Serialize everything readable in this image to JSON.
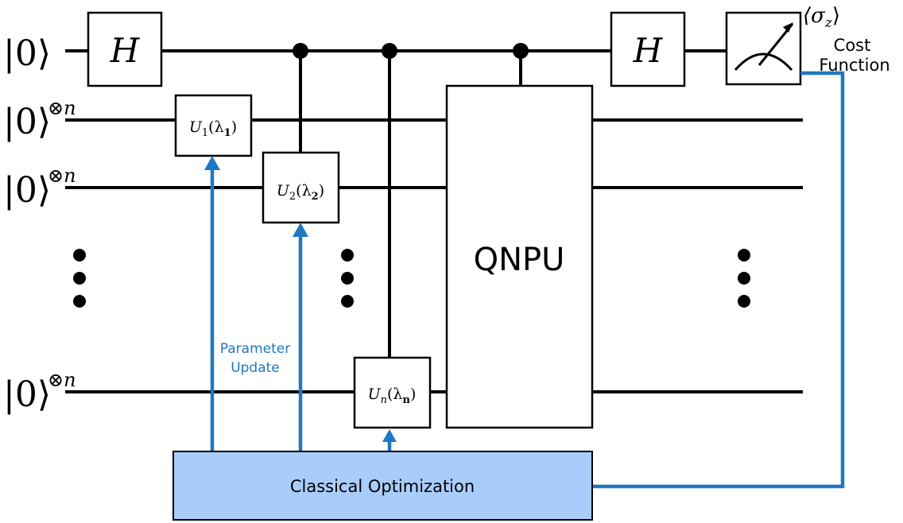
{
  "qubits": [
    {
      "ket": "|0⟩",
      "tensor": ""
    },
    {
      "ket": "|0⟩",
      "tensor": "⊗n"
    },
    {
      "ket": "|0⟩",
      "tensor": "⊗n"
    },
    {
      "ket": "|0⟩",
      "tensor": "⊗n"
    }
  ],
  "gates": {
    "hadamard_left": "H",
    "hadamard_right": "H",
    "u1": {
      "base": "U",
      "sub": "1",
      "arg": "(λ",
      "argsub": "1",
      "close": ")"
    },
    "u2": {
      "base": "U",
      "sub": "2",
      "arg": "(λ",
      "argsub": "2",
      "close": ")"
    },
    "un": {
      "base": "U",
      "sub": "n",
      "arg": "(λ",
      "argsub": "n",
      "close": ")"
    },
    "qnpu": "QNPU"
  },
  "measurement": {
    "expectation": "⟨σ",
    "expectation_sub": "z",
    "expectation_close": "⟩",
    "cost_line1": "Cost",
    "cost_line2": "Function"
  },
  "optimizer": {
    "label": "Classical Optimization",
    "parameter_update_line1": "Parameter",
    "parameter_update_line2": "Update"
  },
  "colors": {
    "feedback": "#1f78c1",
    "optimizer_fill": "#a9cdfb",
    "wire": "#000000"
  }
}
